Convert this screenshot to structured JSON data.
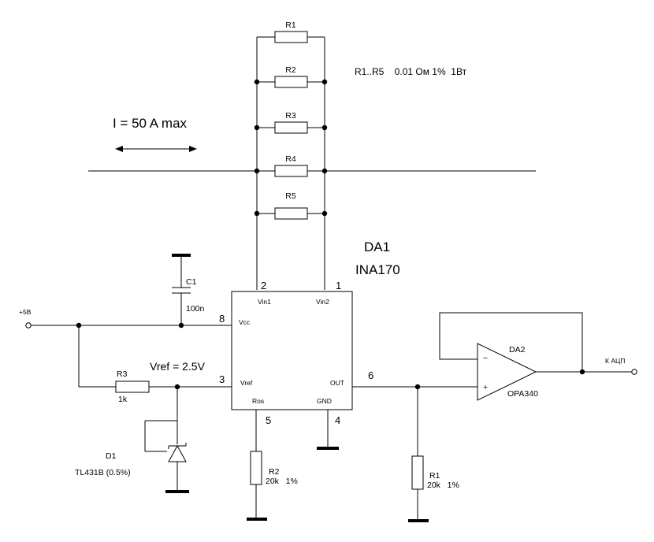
{
  "schematic": {
    "current_label": "I = 50 A max",
    "shunt_note": "R1..R5    0.01 Ом 1%  1Вт",
    "shunts": [
      {
        "ref": "R1"
      },
      {
        "ref": "R2"
      },
      {
        "ref": "R3"
      },
      {
        "ref": "R4"
      },
      {
        "ref": "R5"
      }
    ],
    "da1": {
      "ref": "DA1",
      "part": "INA170",
      "pins": {
        "vin1": {
          "name": "Vin1",
          "num": "2"
        },
        "vin2": {
          "name": "Vin2",
          "num": "1"
        },
        "vcc": {
          "name": "Vcc",
          "num": "8"
        },
        "vref": {
          "name": "Vref",
          "num": "3"
        },
        "out": {
          "name": "OUT",
          "num": "6"
        },
        "ros": {
          "name": "Ros",
          "num": "5"
        },
        "gnd": {
          "name": "GND",
          "num": "4"
        }
      }
    },
    "c1": {
      "ref": "C1",
      "value": "100n"
    },
    "supply_label": "+5В",
    "vref_label": "Vref = 2.5V",
    "r3": {
      "ref": "R3",
      "value": "1k"
    },
    "d1": {
      "ref": "D1",
      "part": "TL431B (0.5%)"
    },
    "r2": {
      "ref": "R2",
      "value": "20k   1%"
    },
    "r1": {
      "ref": "R1",
      "value": "20k   1%"
    },
    "da2": {
      "ref": "DA2",
      "part": "OPA340",
      "minus": "−",
      "plus": "+"
    },
    "output_label": "К АЦП"
  }
}
